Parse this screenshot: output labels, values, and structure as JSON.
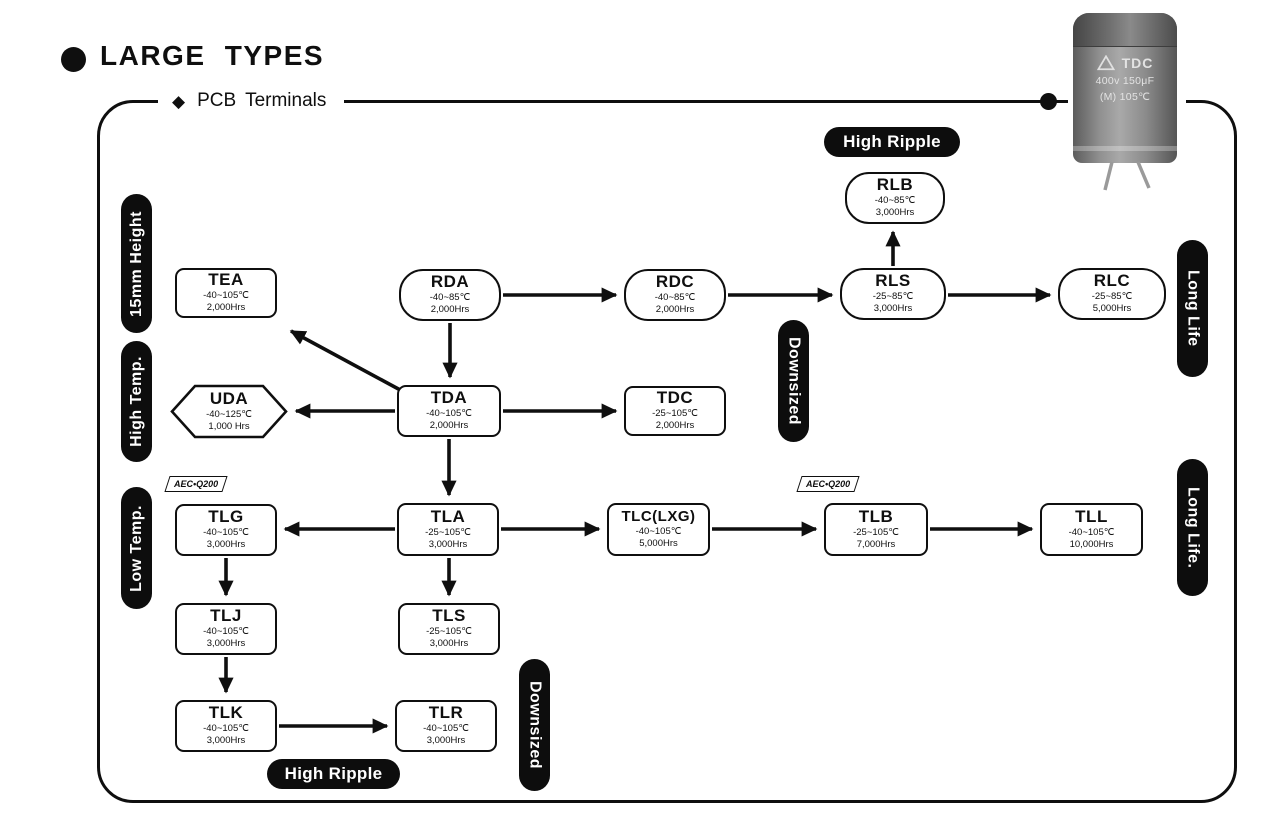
{
  "header": {
    "title": "LARGE TYPES",
    "subtitle": "PCB Terminals"
  },
  "icons": {
    "diamond": "◆"
  },
  "capacitor": {
    "series": "TDC",
    "spec_line1": "400v 150μF",
    "spec_line2": "(M) 105℃"
  },
  "pills": {
    "high_ripple_top": "High Ripple",
    "high_ripple_bottom": "High Ripple",
    "downsized_right": "Downsized",
    "downsized_bottom": "Downsized",
    "long_life_top": "Long Life",
    "long_life_bottom": "Long Life.",
    "height_15mm": "15mm Height",
    "high_temp": "High Temp.",
    "low_temp": "Low Temp."
  },
  "badges": {
    "aec_q200_left": "AEC•Q200",
    "aec_q200_right": "AEC•Q200"
  },
  "nodes": [
    {
      "title": "TEA",
      "temp": "-40~105℃",
      "hours": "2,000Hrs"
    },
    {
      "title": "RDA",
      "temp": "-40~85℃",
      "hours": "2,000Hrs"
    },
    {
      "title": "RDC",
      "temp": "-40~85℃",
      "hours": "2,000Hrs"
    },
    {
      "title": "RLS",
      "temp": "-25~85℃",
      "hours": "3,000Hrs"
    },
    {
      "title": "RLB",
      "temp": "-40~85℃",
      "hours": "3,000Hrs"
    },
    {
      "title": "RLC",
      "temp": "-25~85℃",
      "hours": "5,000Hrs"
    },
    {
      "title": "UDA",
      "temp": "-40~125℃",
      "hours": "1,000 Hrs"
    },
    {
      "title": "TDA",
      "temp": "-40~105℃",
      "hours": "2,000Hrs"
    },
    {
      "title": "TDC",
      "temp": "-25~105℃",
      "hours": "2,000Hrs"
    },
    {
      "title": "TLG",
      "temp": "-40~105℃",
      "hours": "3,000Hrs"
    },
    {
      "title": "TLA",
      "temp": "-25~105℃",
      "hours": "3,000Hrs"
    },
    {
      "title": "TLC(LXG)",
      "temp": "-40~105℃",
      "hours": "5,000Hrs"
    },
    {
      "title": "TLB",
      "temp": "-25~105℃",
      "hours": "7,000Hrs"
    },
    {
      "title": "TLL",
      "temp": "-40~105℃",
      "hours": "10,000Hrs"
    },
    {
      "title": "TLJ",
      "temp": "-40~105℃",
      "hours": "3,000Hrs"
    },
    {
      "title": "TLS",
      "temp": "-25~105℃",
      "hours": "3,000Hrs"
    },
    {
      "title": "TLK",
      "temp": "-40~105℃",
      "hours": "3,000Hrs"
    },
    {
      "title": "TLR",
      "temp": "-40~105℃",
      "hours": "3,000Hrs"
    }
  ]
}
